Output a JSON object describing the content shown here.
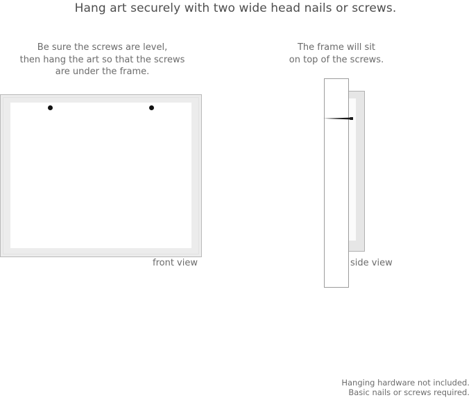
{
  "title": "Hang art securely with two wide head nails or screws.",
  "captions": {
    "left": {
      "line1": "Be sure the screws are level,",
      "line2": "then hang the art so that the screws",
      "line3": "are under the frame."
    },
    "right": {
      "line1": "The frame will sit",
      "line2": "on top of the screws."
    }
  },
  "views": {
    "front": {
      "label": "front view",
      "screw_count": 2,
      "frame_color": "#ececec",
      "mat_color": "#ffffff",
      "screw_color": "#111111"
    },
    "side": {
      "label": "side view",
      "wall_color": "#ffffff",
      "frame_color": "#e6e6e6",
      "nail_color": "#1a1a1a"
    }
  },
  "footer": {
    "line1": "Hanging hardware not included.",
    "line2": "Basic nails or screws required."
  }
}
